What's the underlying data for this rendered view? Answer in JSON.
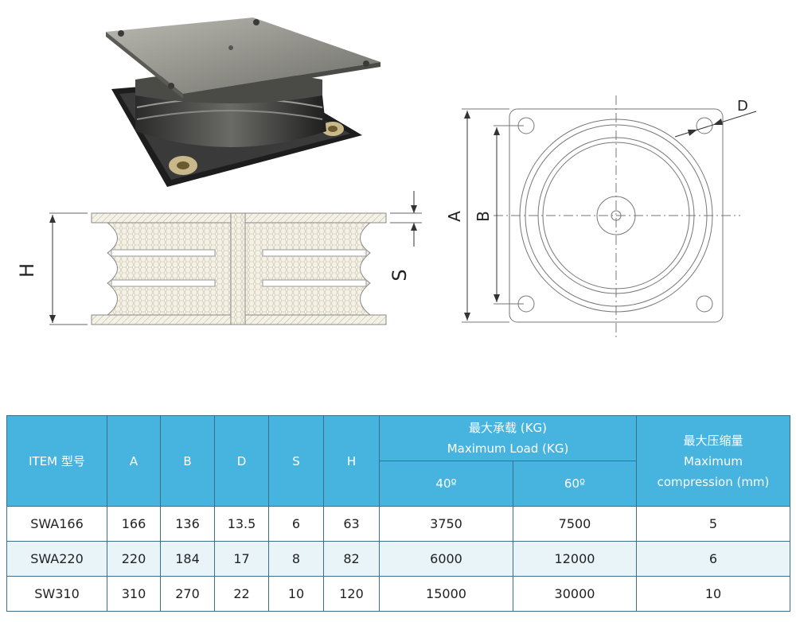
{
  "figure": {
    "dimension_labels": {
      "H": "H",
      "S": "S",
      "A": "A",
      "B": "B",
      "D": "D"
    }
  },
  "table": {
    "headers": {
      "item": "ITEM 型号",
      "a": "A",
      "b": "B",
      "d": "D",
      "s": "S",
      "h": "H",
      "load_cn": "最大承载 (KG)",
      "load_en": "Maximum Load (KG)",
      "load_40": "40º",
      "load_60": "60º",
      "comp_cn": "最大压缩量",
      "comp_en1": "Maximum",
      "comp_en2": "compression (mm)"
    },
    "rows": [
      {
        "item": "SWA166",
        "a": "166",
        "b": "136",
        "d": "13.5",
        "s": "6",
        "h": "63",
        "l40": "3750",
        "l60": "7500",
        "comp": "5"
      },
      {
        "item": "SWA220",
        "a": "220",
        "b": "184",
        "d": "17",
        "s": "8",
        "h": "82",
        "l40": "6000",
        "l60": "12000",
        "comp": "6"
      },
      {
        "item": "SW310",
        "a": "310",
        "b": "270",
        "d": "22",
        "s": "10",
        "h": "120",
        "l40": "15000",
        "l60": "30000",
        "comp": "10"
      }
    ],
    "colors": {
      "header_bg": "#47b4e0",
      "alt_row_bg": "#e8f4f8",
      "border": "#3d6f8a"
    }
  }
}
